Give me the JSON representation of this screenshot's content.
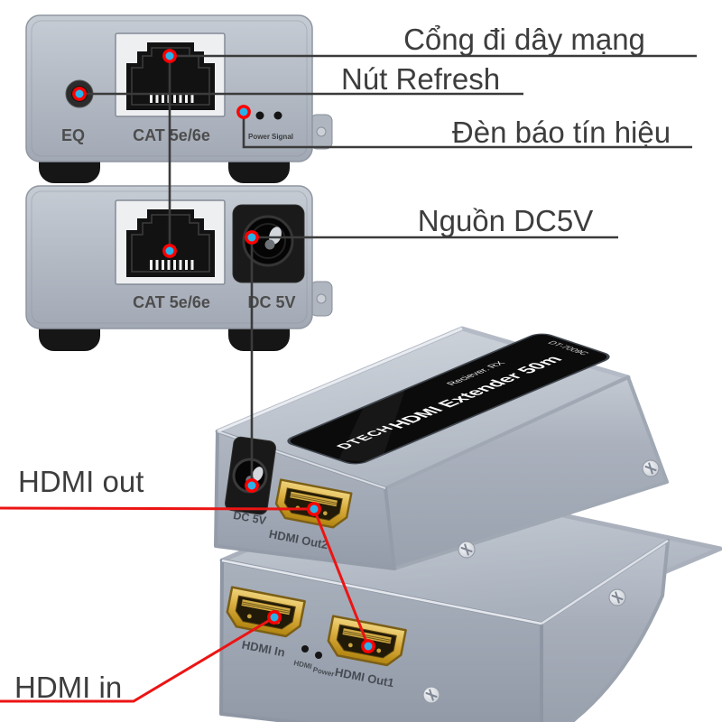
{
  "colors": {
    "background": "#ffffff",
    "line_dark": "#3b3b3b",
    "line_red": "#ec1414",
    "marker_blue": "#2ab2e8",
    "marker_ring": "#ff0000",
    "device_gray": "#aeb5c0",
    "hdmi_gold": "#d9ac3e",
    "label_black": "#0b0b0b",
    "callout_text": "#3d3d3d"
  },
  "callouts": {
    "network_port": "Cổng đi dây mạng",
    "refresh_button": "Nút Refresh",
    "signal_led": "Đèn báo tín hiệu",
    "dc_power": "Nguồn DC5V",
    "hdmi_out": "HDMI out",
    "hdmi_in": "HDMI in"
  },
  "rx_panel_front": {
    "eq": "EQ",
    "cat": "CAT 5e/6e",
    "power_led": "Power",
    "signal_led": "Signal"
  },
  "rx_panel_rear": {
    "cat": "CAT 5e/6e",
    "dc": "DC 5V"
  },
  "receiver_3d": {
    "brand": "DTECH",
    "title": "HDMI Extender 50m",
    "subtitle": "Reciever. RX",
    "model": "DT-7009C",
    "dc": "DC 5V",
    "hdmi_out2": "HDMI Out2"
  },
  "transmitter_3d": {
    "hdmi_in": "HDMI In",
    "led_hdmi": "HDMI",
    "led_power": "Power",
    "hdmi_out1": "HDMI Out1"
  }
}
